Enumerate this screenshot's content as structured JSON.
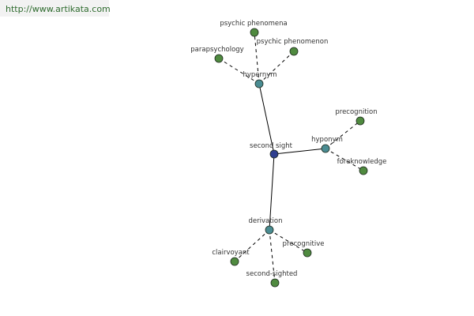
{
  "url": "http://www.artikata.com",
  "colors": {
    "center": "#2f3f8f",
    "relation": "#4a8c92",
    "leaf": "#4f8a3f",
    "edge": "#000000",
    "url_text": "#2e6b2e",
    "url_bg": "#f2f2f2"
  },
  "graph": {
    "center": "second sight",
    "relations": [
      {
        "label": "hypernym",
        "terms": [
          "psychic phenomena",
          "psychic phenomenon",
          "parapsychology"
        ]
      },
      {
        "label": "hyponym",
        "terms": [
          "precognition",
          "foreknowledge"
        ]
      },
      {
        "label": "derivation",
        "terms": [
          "clairvoyant",
          "precognitive",
          "second-sighted"
        ]
      }
    ]
  }
}
